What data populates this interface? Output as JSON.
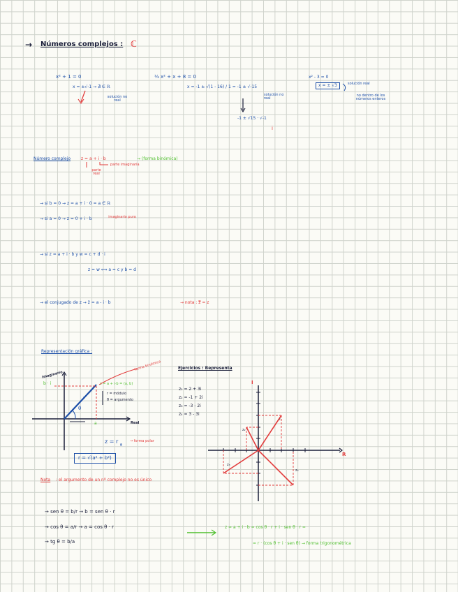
{
  "title": {
    "arrow": "→",
    "text": "Números complejos :",
    "symbol": "ℂ"
  },
  "examples": {
    "ex1": {
      "equation": "x² + 1 = 0",
      "result": "x = ±√-1  → ∄ ∈ ℝ",
      "note": "solución no real"
    },
    "ex2": {
      "equation": "⅓ x² + x + 8 = 0",
      "formula": "x = -1 ± √(1 - 16) / 1 = -1 ± √-15",
      "note": "solución no real",
      "result": "-1 ± √15 · √-1",
      "i_label": "i"
    },
    "ex3": {
      "equation": "x² - 3 = 0",
      "result": "x = ± √3",
      "note1": "solución real",
      "note2": "no dentro de los números enteros"
    }
  },
  "definition": {
    "label": "Número complejo",
    "formula": "z = a + i · b",
    "binomial": "→ (forma binómica)",
    "real_part": "parte real",
    "imag_part": "parte imaginaria"
  },
  "cases": {
    "c1": "→ si b = 0 → z = a + i · 0 = a ∈ ℝ",
    "c2": "→ si a = 0 → z = 0 + i · b",
    "c2_note": "imaginario puro",
    "c3": "→ si z = a + i · b  y  w = c + d · i",
    "c3_cond": "z = w ⟺ a = c y b = d",
    "c4": "→ el conjugado de z → z̄ = a - i · b",
    "c4_nota": "→ nota : z̿ = z"
  },
  "graphic": {
    "heading": "Representación gráfica :",
    "imag_axis": "Imaginario",
    "real_axis": "Real",
    "b_label": "b · i",
    "a_label": "a",
    "point": "z = a + i·b = (a, b)",
    "forma_binomica": "forma binómica",
    "r_label": "r",
    "theta_label": "θ",
    "r_desc": "r = módulo",
    "theta_desc": "θ = argumento",
    "polar": "z = r",
    "polar_sub": "θ",
    "forma_polar": "→ forma polar",
    "modulus": "r = √(a² + b²)"
  },
  "exercise": {
    "heading": "Ejercicios : Representa",
    "items": [
      "z₁ = 2 + 3i",
      "z₂ = -1 + 2i",
      "z₃ = -3 - 2i",
      "z₄ = 3 - 3i"
    ],
    "axis_i": "I",
    "axis_r": "R",
    "pt_z1": "z₁",
    "pt_z2": "z₂",
    "pt_z3": "z₃",
    "pt_z4": "z₄"
  },
  "nota": {
    "label": "Nota",
    "text": ": el argumento de un nº complejo no es único"
  },
  "trig": {
    "sin": "→ sen θ = b/r  → b = sen θ · r",
    "cos": "→ cos θ = a/r  → a = cos θ · r",
    "tan": "→ tg θ = b/a",
    "line1": "z = a + i · b = cos θ · r + i · sen θ · r =",
    "line2": "= r · (cos θ + i · sen θ) → forma trigonométrica"
  },
  "colors": {
    "ink": "#1b1f3a",
    "blue": "#1d4fa8",
    "red": "#e23b3b",
    "green": "#4fbf2e",
    "grid": "#cfd3cc",
    "paper": "#fbfbf6"
  }
}
